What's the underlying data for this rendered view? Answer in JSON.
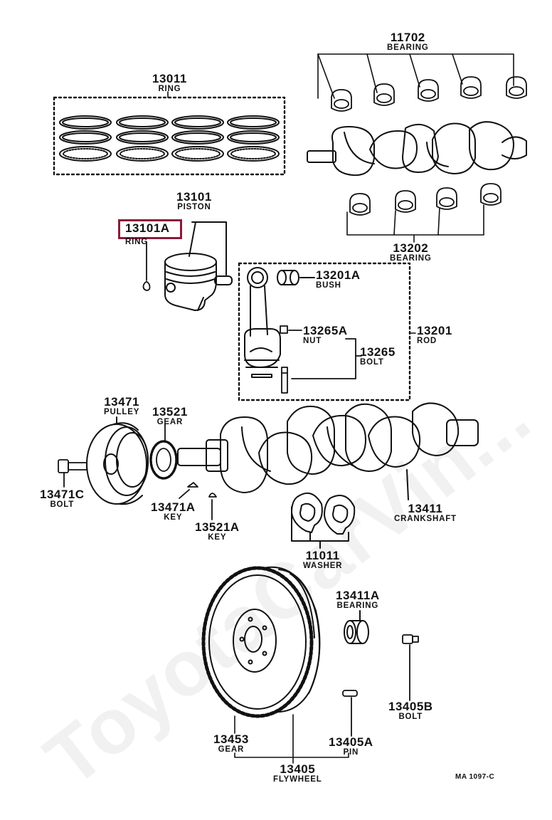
{
  "labels": [
    {
      "id": "p11702",
      "num": "11702",
      "name": "BEARING"
    },
    {
      "id": "p13011",
      "num": "13011",
      "name": "RING"
    },
    {
      "id": "p13101",
      "num": "13101",
      "name": "PISTON"
    },
    {
      "id": "p13101A",
      "num": "13101A",
      "name": "RING"
    },
    {
      "id": "p13202",
      "num": "13202",
      "name": "BEARING"
    },
    {
      "id": "p13201A",
      "num": "13201A",
      "name": "BUSH"
    },
    {
      "id": "p13265A",
      "num": "13265A",
      "name": "NUT"
    },
    {
      "id": "p13265",
      "num": "13265",
      "name": "BOLT"
    },
    {
      "id": "p13201",
      "num": "13201",
      "name": "ROD"
    },
    {
      "id": "p13471",
      "num": "13471",
      "name": "PULLEY"
    },
    {
      "id": "p13521",
      "num": "13521",
      "name": "GEAR"
    },
    {
      "id": "p13471C",
      "num": "13471C",
      "name": "BOLT"
    },
    {
      "id": "p13471A",
      "num": "13471A",
      "name": "KEY"
    },
    {
      "id": "p13521A",
      "num": "13521A",
      "name": "KEY"
    },
    {
      "id": "p11011",
      "num": "11011",
      "name": "WASHER"
    },
    {
      "id": "p13411",
      "num": "13411",
      "name": "CRANKSHAFT"
    },
    {
      "id": "p13411A",
      "num": "13411A",
      "name": "BEARING"
    },
    {
      "id": "p13405B",
      "num": "13405B",
      "name": "BOLT"
    },
    {
      "id": "p13453",
      "num": "13453",
      "name": "GEAR"
    },
    {
      "id": "p13405A",
      "num": "13405A",
      "name": "PIN"
    },
    {
      "id": "p13405",
      "num": "13405",
      "name": "FLYWHEEL"
    }
  ],
  "highlighted_part": "13101A",
  "diagram_code": "MA 1097-C",
  "watermark": "ToyotaCarVin...",
  "colors": {
    "highlight": "#8b1a3a",
    "ink": "#111111"
  }
}
